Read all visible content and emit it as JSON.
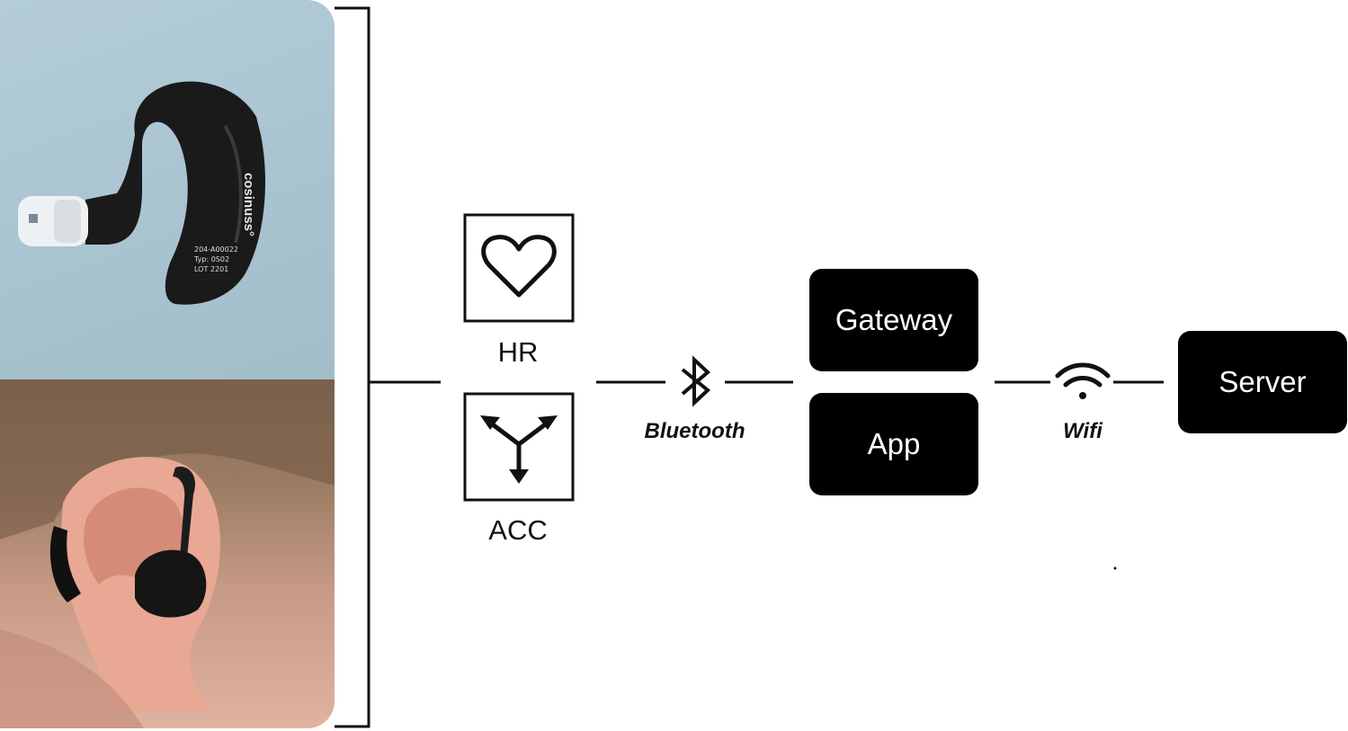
{
  "photos": {
    "device_engraving": "cosinuss°",
    "device_print": [
      "204-A00022",
      "Typ: 0S02",
      "LOT 2201"
    ]
  },
  "sensors": [
    {
      "label": "HR",
      "icon": "heart-icon"
    },
    {
      "label": "ACC",
      "icon": "three-axis-arrows-icon"
    }
  ],
  "links": {
    "bluetooth": {
      "label": "Bluetooth",
      "icon": "bluetooth-icon"
    },
    "wifi": {
      "label": "Wifi",
      "icon": "wifi-icon"
    }
  },
  "nodes": {
    "gateway": "Gateway",
    "app": "App",
    "server": "Server"
  },
  "colors": {
    "box_fill": "#000000",
    "box_text": "#ffffff",
    "line": "#111111",
    "photo_top_bg": "#aac4d1"
  }
}
